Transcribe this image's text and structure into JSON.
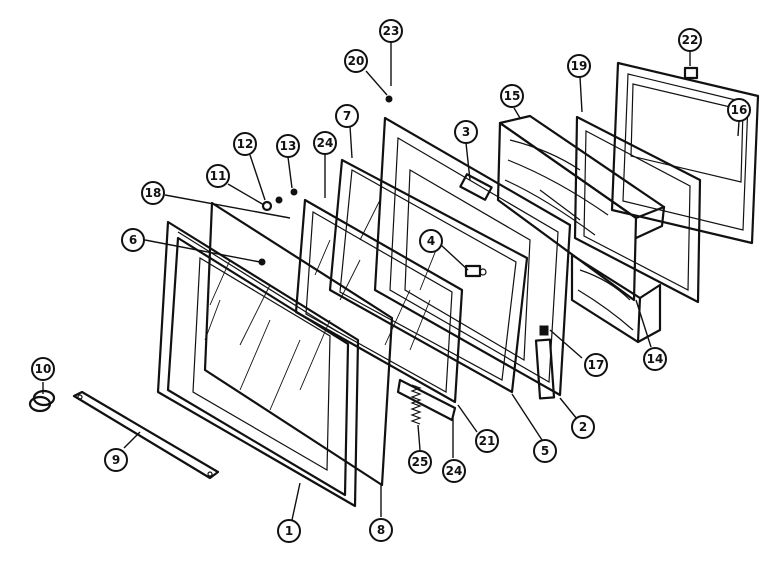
{
  "callouts": {
    "c1": "1",
    "c2": "2",
    "c3": "3",
    "c4": "4",
    "c5": "5",
    "c6": "6",
    "c7": "7",
    "c8": "8",
    "c9": "9",
    "c10": "10",
    "c11": "11",
    "c12": "12",
    "c13": "13",
    "c14": "14",
    "c15": "15",
    "c16": "16",
    "c17": "17",
    "c18": "18",
    "c19": "19",
    "c20": "20",
    "c21": "21",
    "c22": "22",
    "c23": "23",
    "c24a": "24",
    "c24b": "24",
    "c25": "25"
  }
}
